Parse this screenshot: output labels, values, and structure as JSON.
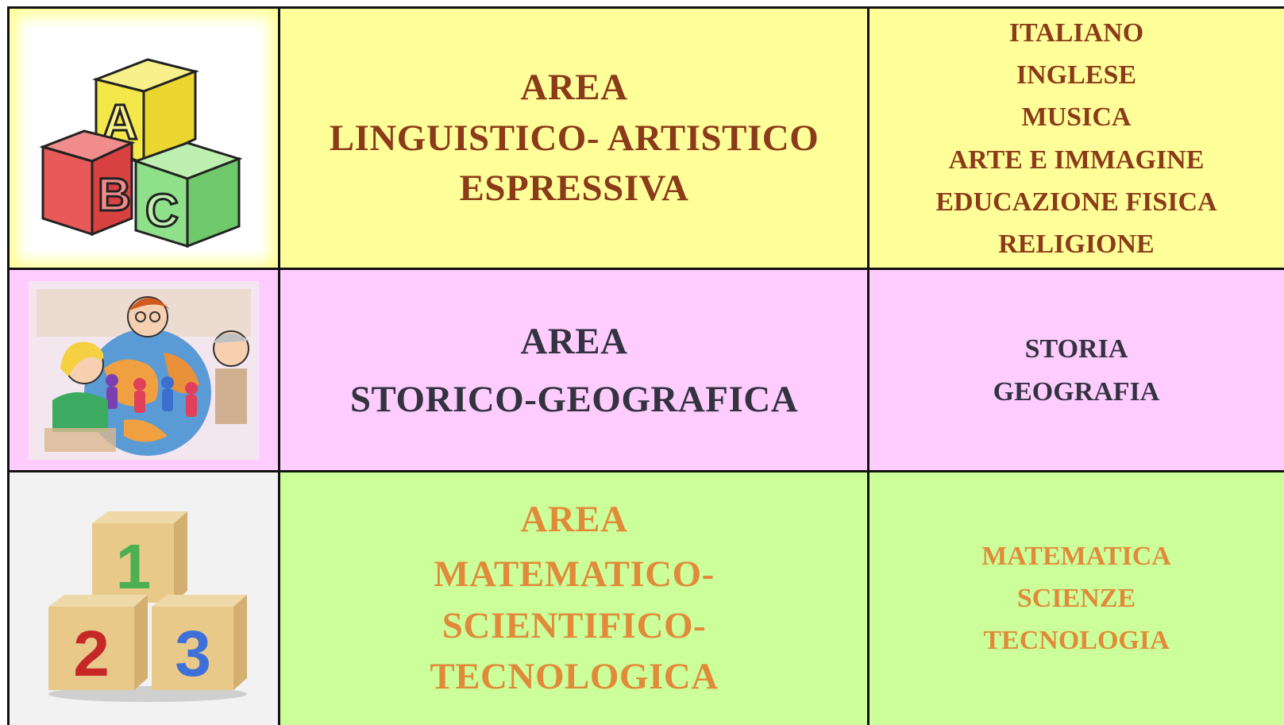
{
  "colors": {
    "row1_bg": "#ffff99",
    "row2_bg": "#ffccff",
    "row3_bg": "#ccff99",
    "row1_text": "#8b3a1a",
    "row2_text": "#333340",
    "row3_text": "#e08a3a",
    "row3_img_bg": "#f2f2f2"
  },
  "rows": [
    {
      "icon": "abc-blocks-icon",
      "area_lines": [
        "AREA",
        "LINGUISTICO- ARTISTICO",
        "ESPRESSIVA"
      ],
      "subjects": [
        "ITALIANO",
        "INGLESE",
        "MUSICA",
        "ARTE E IMMAGINE",
        "EDUCAZIONE FISICA",
        "RELIGIONE"
      ]
    },
    {
      "icon": "children-globe-icon",
      "area_lines": [
        "AREA",
        "STORICO-GEOGRAFICA"
      ],
      "subjects": [
        "STORIA",
        "GEOGRAFIA"
      ]
    },
    {
      "icon": "123-blocks-icon",
      "area_lines": [
        "AREA",
        "MATEMATICO-",
        "SCIENTIFICO-",
        "TECNOLOGICA"
      ],
      "subjects": [
        "MATEMATICA",
        "SCIENZE",
        "TECNOLOGIA"
      ]
    }
  ]
}
